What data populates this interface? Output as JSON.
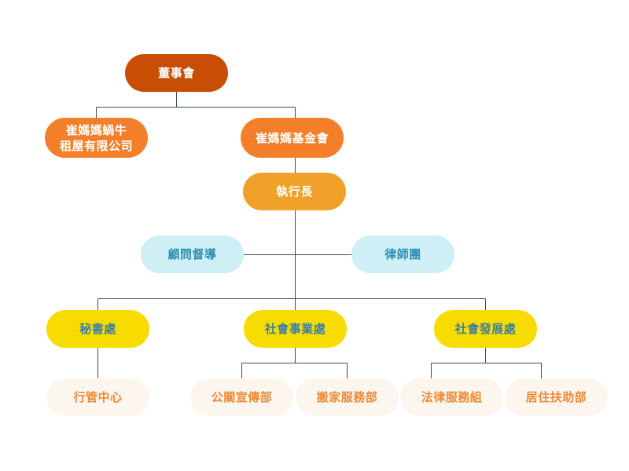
{
  "org_chart": {
    "board": "董事會",
    "company": "崔媽媽蝸牛\n租屋有限公司",
    "foundation": "崔媽媽基金會",
    "ceo": "執行長",
    "advisors": [
      "顧問督導",
      "律師團"
    ],
    "departments": [
      {
        "name": "秘書處",
        "units": [
          "行管中心"
        ]
      },
      {
        "name": "社會事業處",
        "units": [
          "公關宣傳部",
          "搬家服務部"
        ]
      },
      {
        "name": "社會發展處",
        "units": [
          "法律服務組",
          "居住扶助部"
        ]
      }
    ]
  },
  "colors": {
    "board": "#C94E05",
    "company": "#F47F2A",
    "foundation": "#F47F2A",
    "ceo": "#F0A12A",
    "advisory_bg": "#CDEFF5",
    "advisory_text": "#2E8FB3",
    "department_bg": "#F8DB00",
    "department_text": "#3B7FA6",
    "unit_bg": "#FCF6EE",
    "unit_text": "#F08A35",
    "connector": "#3A4F5E"
  }
}
